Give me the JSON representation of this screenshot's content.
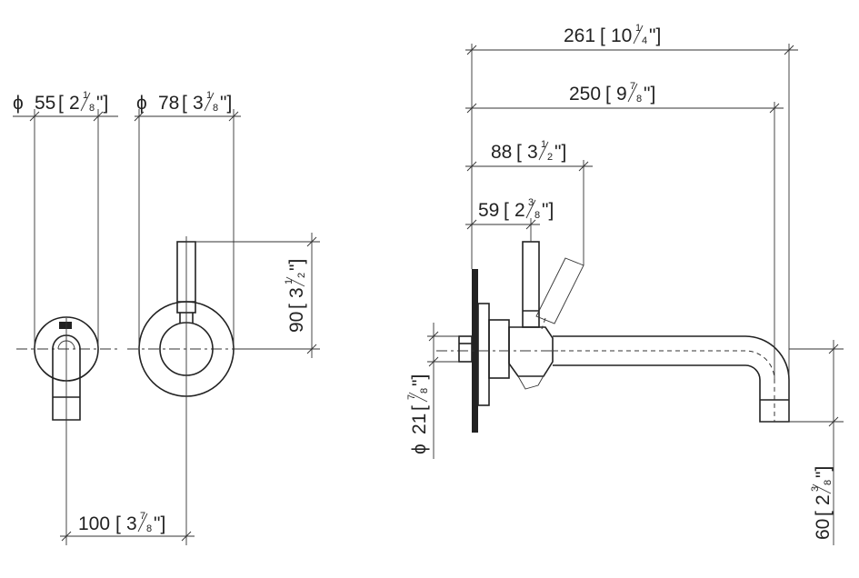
{
  "dimensions": {
    "dia_55": {
      "diameter": "ϕ",
      "whole": "55",
      "bl": "[",
      "int": "2",
      "num": "1",
      "den": "8",
      "tail": "\"]"
    },
    "dia_78": {
      "diameter": "ϕ",
      "whole": "78",
      "bl": "[",
      "int": "3",
      "num": "1",
      "den": "8",
      "tail": "\"]"
    },
    "d_100": {
      "whole": "100",
      "bl": "[",
      "int": "3",
      "num": "7",
      "den": "8",
      "tail": "\"]"
    },
    "d_90": {
      "whole": "90",
      "bl": "[",
      "int": "3",
      "num": "1",
      "den": "2",
      "tail": "\"]"
    },
    "d_261": {
      "whole": "261",
      "bl": "[",
      "int": "10",
      "num": "1",
      "den": "4",
      "tail": "\"]"
    },
    "d_250": {
      "whole": "250",
      "bl": "[",
      "int": "9",
      "num": "7",
      "den": "8",
      "tail": "\"]"
    },
    "d_88": {
      "whole": "88",
      "bl": "[",
      "int": "3",
      "num": "1",
      "den": "2",
      "tail": "\"]"
    },
    "d_59": {
      "whole": "59",
      "bl": "[",
      "int": "2",
      "num": "3",
      "den": "8",
      "tail": "\"]"
    },
    "dia_21": {
      "diameter": "ϕ",
      "whole": "21",
      "bl": "[",
      "num": "7",
      "den": "8",
      "tail": "\"]"
    },
    "d_60": {
      "whole": "60",
      "bl": "[",
      "int": "2",
      "num": "3",
      "den": "8",
      "tail": "\"]"
    }
  }
}
